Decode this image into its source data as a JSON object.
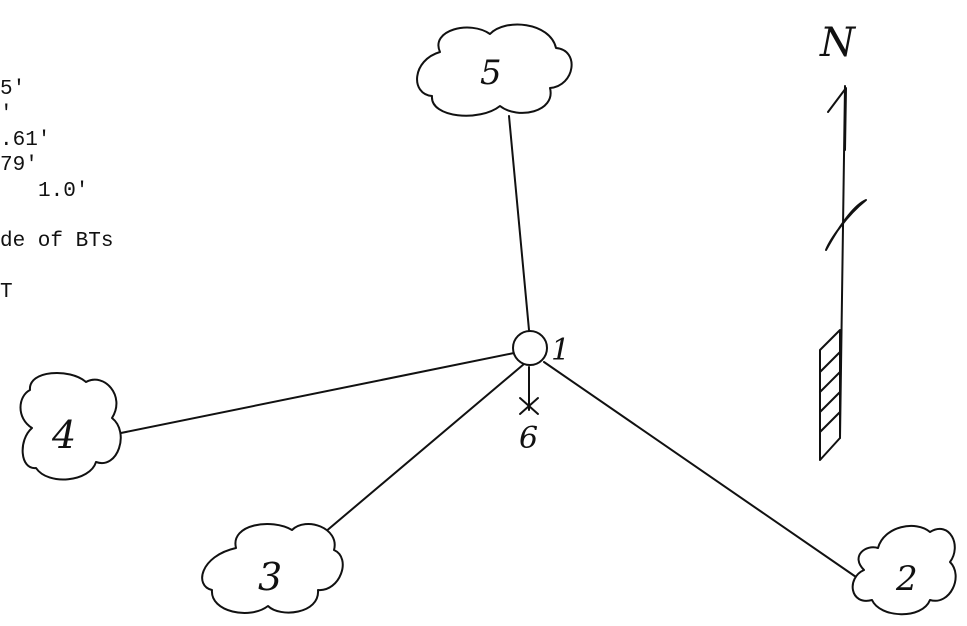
{
  "notes": {
    "lines": [
      "5'",
      "'",
      ".61'",
      "79'",
      "1.0'",
      "",
      "de of BTs",
      "",
      "T"
    ]
  },
  "diagram": {
    "center_label": "1",
    "node_2": "2",
    "node_3": "3",
    "node_4": "4",
    "node_5": "5",
    "node_6": "6"
  },
  "north_arrow": {
    "label": "N"
  }
}
